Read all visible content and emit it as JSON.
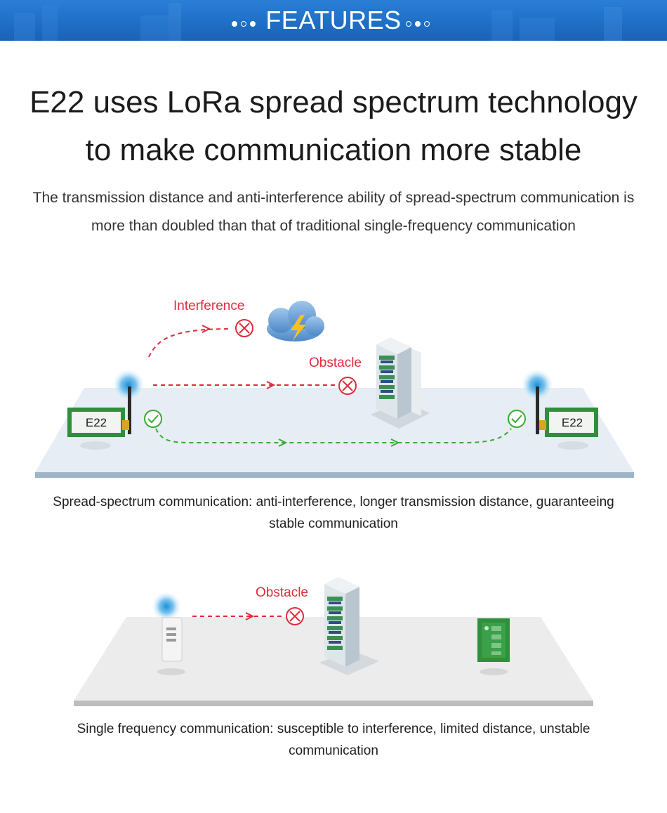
{
  "banner": {
    "title": "FEATURES"
  },
  "heading": {
    "line1": "E22 uses LoRa spread spectrum technology",
    "line2": "to make communication more stable"
  },
  "intro": "The transmission distance and anti-interference ability of spread-spectrum communication is more than doubled than that of traditional single-frequency communication",
  "diagram1": {
    "interference_label": "Interference",
    "obstacle_label": "Obstacle",
    "left_module": "E22",
    "right_module": "E22",
    "caption": "Spread-spectrum communication: anti-interference, longer transmission distance, guaranteeing stable communication"
  },
  "diagram2": {
    "obstacle_label": "Obstacle",
    "caption": "Single frequency communication: susceptible to interference, limited distance, unstable communication"
  },
  "colors": {
    "banner": "#1f6fc6",
    "fail_red": "#e02b3c",
    "success_green": "#3aaa35",
    "module_green": "#2f8f3c"
  }
}
